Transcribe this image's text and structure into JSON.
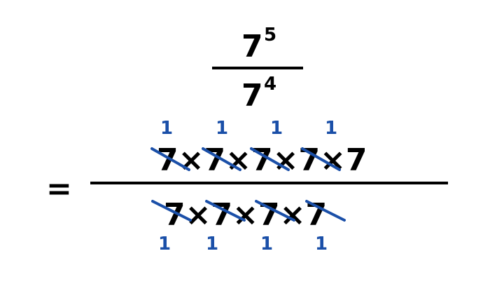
{
  "colors": {
    "text": "#000000",
    "cancel": "#1a4fa8",
    "background": "#ffffff"
  },
  "top_fraction": {
    "numerator_base": "7",
    "numerator_exp": "5",
    "denominator_base": "7",
    "denominator_exp": "4"
  },
  "equals": "=",
  "expanded": {
    "numerator": "7×7×7×7×7",
    "denominator": "7×7×7×7",
    "numerator_ones": [
      "1",
      "1",
      "1",
      "1"
    ],
    "denominator_ones": [
      "1",
      "1",
      "1",
      "1"
    ]
  }
}
